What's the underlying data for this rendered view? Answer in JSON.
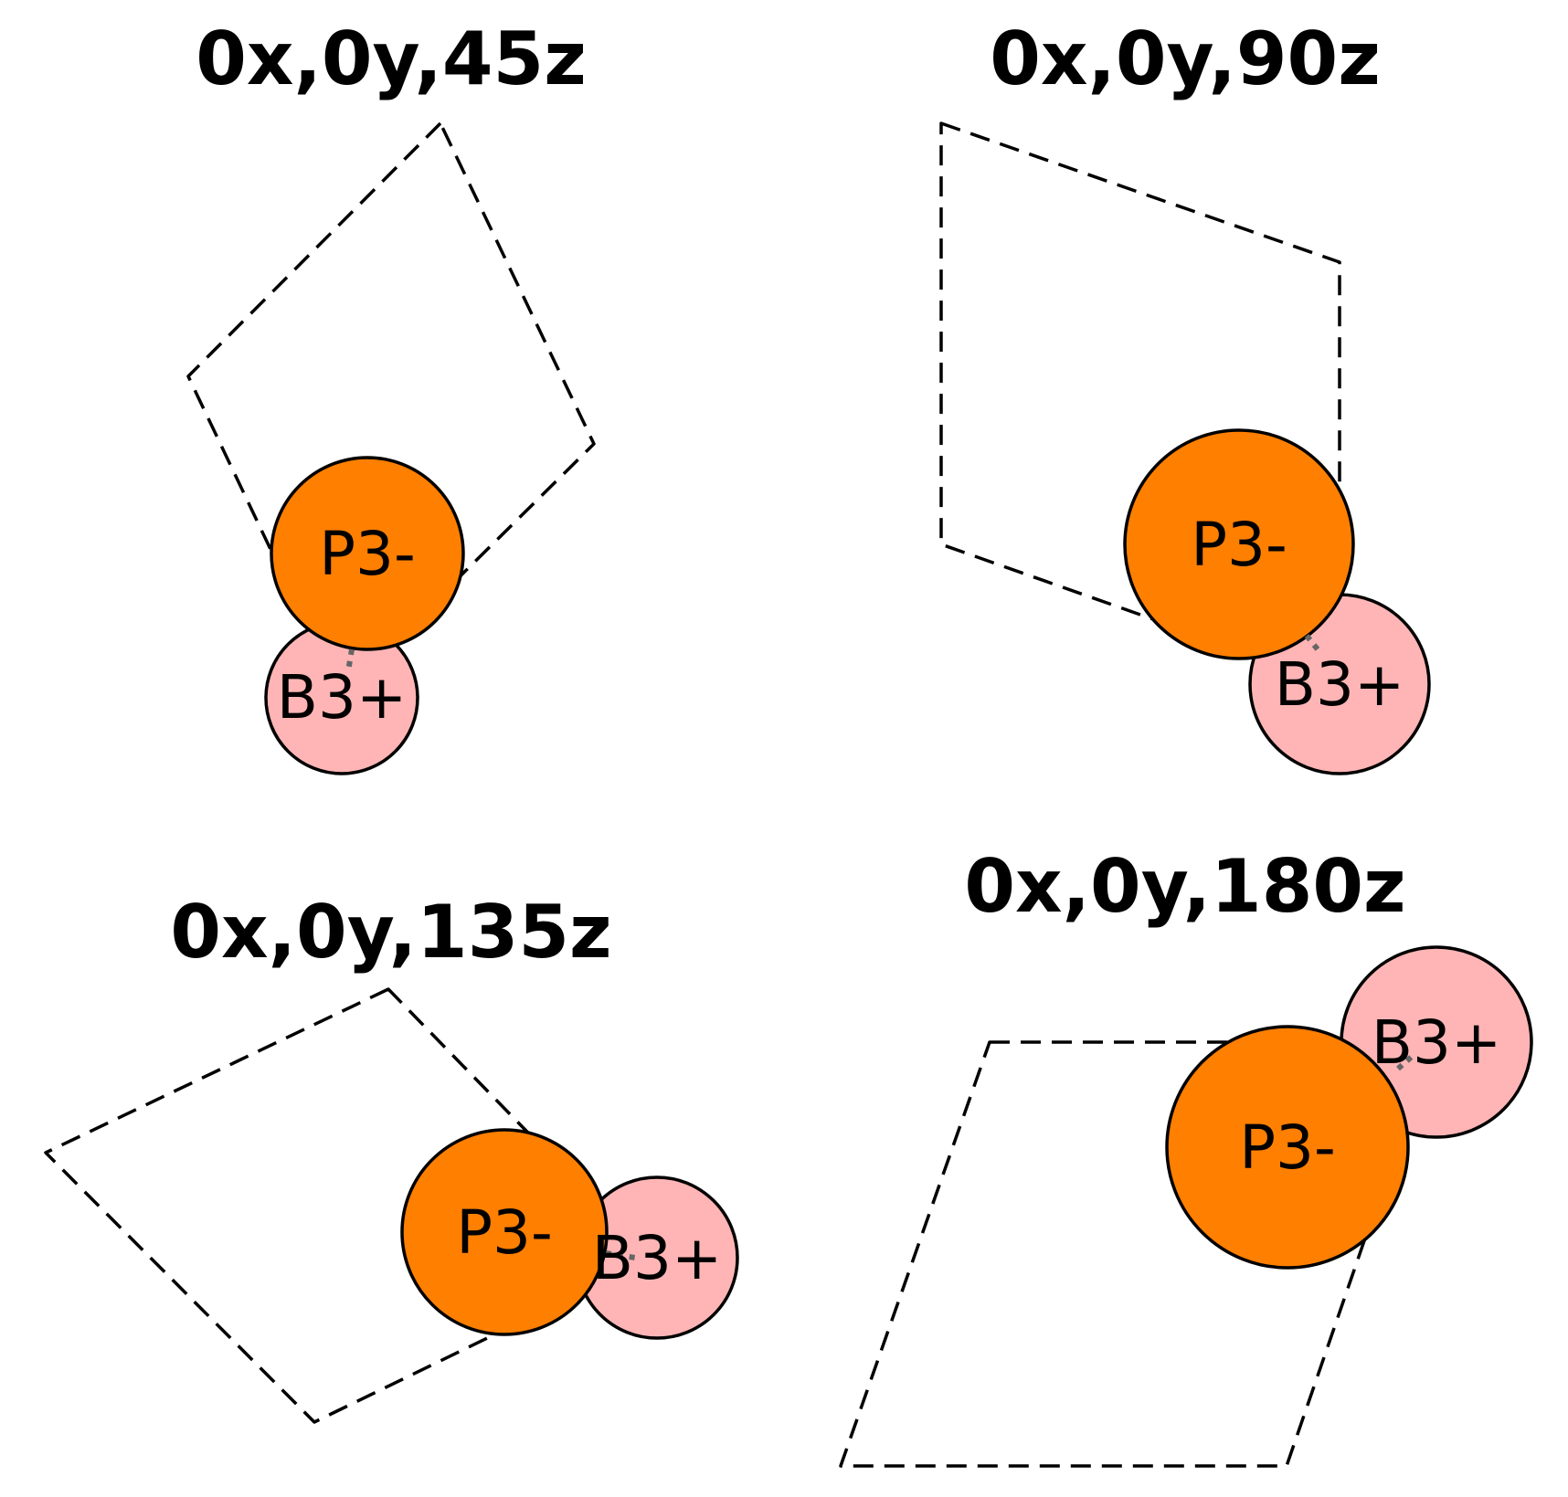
{
  "colors": {
    "background": "#ffffff",
    "cell_outline": "#000000",
    "bond": "#666666"
  },
  "species": {
    "anion": {
      "label": "P3-",
      "color": "#ff7f00"
    },
    "cation": {
      "label": "B3+",
      "color": "#ffb5b5"
    }
  },
  "panels": [
    {
      "id": "rot-45",
      "title": "0x,0y,45z"
    },
    {
      "id": "rot-90",
      "title": "0x,0y,90z"
    },
    {
      "id": "rot-135",
      "title": "0x,0y,135z"
    },
    {
      "id": "rot-180",
      "title": "0x,0y,180z"
    }
  ]
}
